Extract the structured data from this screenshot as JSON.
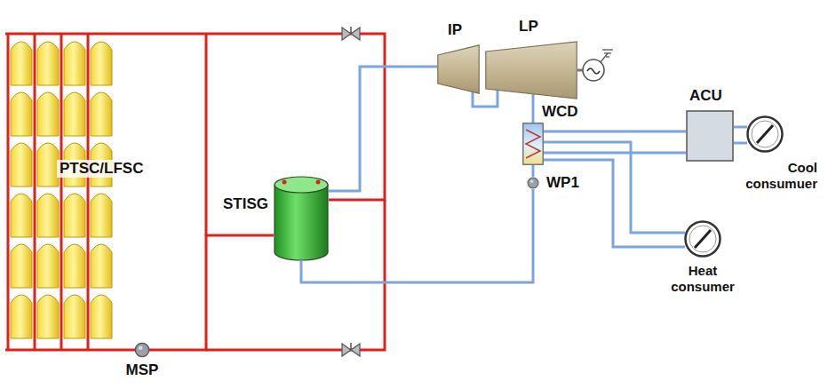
{
  "diagram": {
    "nodes": [
      {
        "text": [
          "PTSC/LFSC"
        ]
      },
      {
        "text": [
          "MSP"
        ]
      },
      {
        "text": [
          "STISG"
        ]
      },
      {
        "text": [
          "IP"
        ]
      },
      {
        "text": [
          "LP"
        ]
      },
      {
        "text": [
          "WCD"
        ]
      },
      {
        "text": [
          "WP1"
        ]
      },
      {
        "text": [
          "ACU"
        ]
      },
      {
        "text": [
          "Cool consumuer"
        ]
      },
      {
        "text": [
          "Heat consumer"
        ]
      }
    ],
    "edges": [
      {
        "from": 0,
        "to": 2,
        "arrow": "none"
      },
      {
        "from": 2,
        "to": 1,
        "arrow": "none"
      },
      {
        "from": 1,
        "to": 0,
        "arrow": "none"
      },
      {
        "from": 2,
        "to": 3,
        "arrow": "none"
      },
      {
        "from": 3,
        "to": 4,
        "arrow": "none"
      },
      {
        "from": 4,
        "to": 5,
        "arrow": "none"
      },
      {
        "from": 5,
        "to": 6,
        "arrow": "none"
      },
      {
        "from": 6,
        "to": 2,
        "arrow": "none"
      },
      {
        "from": 5,
        "to": 7,
        "arrow": "none"
      },
      {
        "from": 7,
        "to": 5,
        "arrow": "none"
      },
      {
        "from": 5,
        "to": 9,
        "arrow": "none"
      },
      {
        "from": 9,
        "to": 5,
        "arrow": "none"
      },
      {
        "from": 7,
        "to": 8,
        "arrow": "none"
      },
      {
        "from": 8,
        "to": 7,
        "arrow": "none"
      }
    ]
  }
}
